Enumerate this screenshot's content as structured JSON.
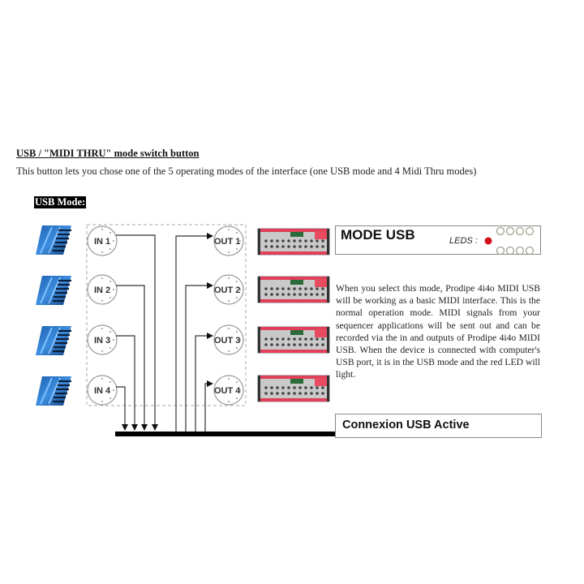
{
  "section": {
    "title": "USB / \"MIDI THRU\" mode switch button",
    "intro": "This button lets you chose one of the 5 operating modes of the interface (one USB mode and 4 Midi Thru modes)",
    "mode_label": "USB Mode:"
  },
  "diagram": {
    "keyboards": [
      {
        "icon": "midi-keyboard-icon"
      },
      {
        "icon": "midi-keyboard-icon"
      },
      {
        "icon": "midi-keyboard-icon"
      },
      {
        "icon": "midi-keyboard-icon"
      }
    ],
    "inputs": [
      "IN 1",
      "IN 2",
      "IN 3",
      "IN 4"
    ],
    "outputs": [
      "OUT 1",
      "OUT 2",
      "OUT 3",
      "OUT 4"
    ],
    "modules": [
      {
        "icon": "sound-module-icon"
      },
      {
        "icon": "sound-module-icon"
      },
      {
        "icon": "sound-module-icon"
      },
      {
        "icon": "sound-module-icon"
      }
    ],
    "mode_box": {
      "title": "MODE USB",
      "leds_label": "LEDS :",
      "active_led_color": "#d0101a",
      "inactive_led_count": 8
    },
    "usb_box": {
      "label": "Connexion USB Active"
    }
  },
  "description": "When you select this mode, Prodipe 4i4o MIDI USB will be working as a basic MIDI interface. This is the normal operation mode. MIDI signals from your sequencer applications will be sent out and can be recorded via the in and outputs of Prodipe 4i4o MIDI USB. When the device is connected with computer's USB port, it is in the USB mode and the red LED will light."
}
